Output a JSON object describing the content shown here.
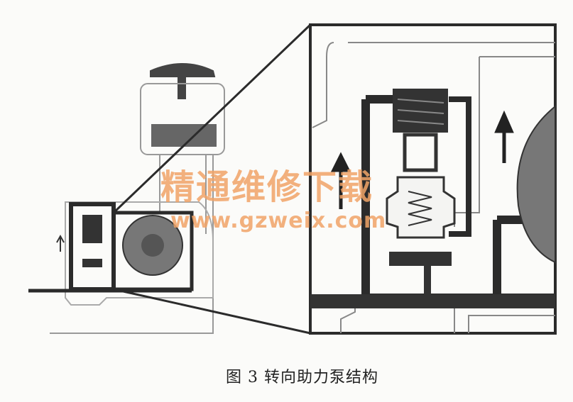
{
  "figure": {
    "caption": "图 3 转向助力泵结构",
    "watermark_cn": "精通维修下载",
    "watermark_url": "www.gzweix.com"
  },
  "colors": {
    "ink": "#2b2b2b",
    "gray": "#777777",
    "watermark": "#f1a468"
  }
}
